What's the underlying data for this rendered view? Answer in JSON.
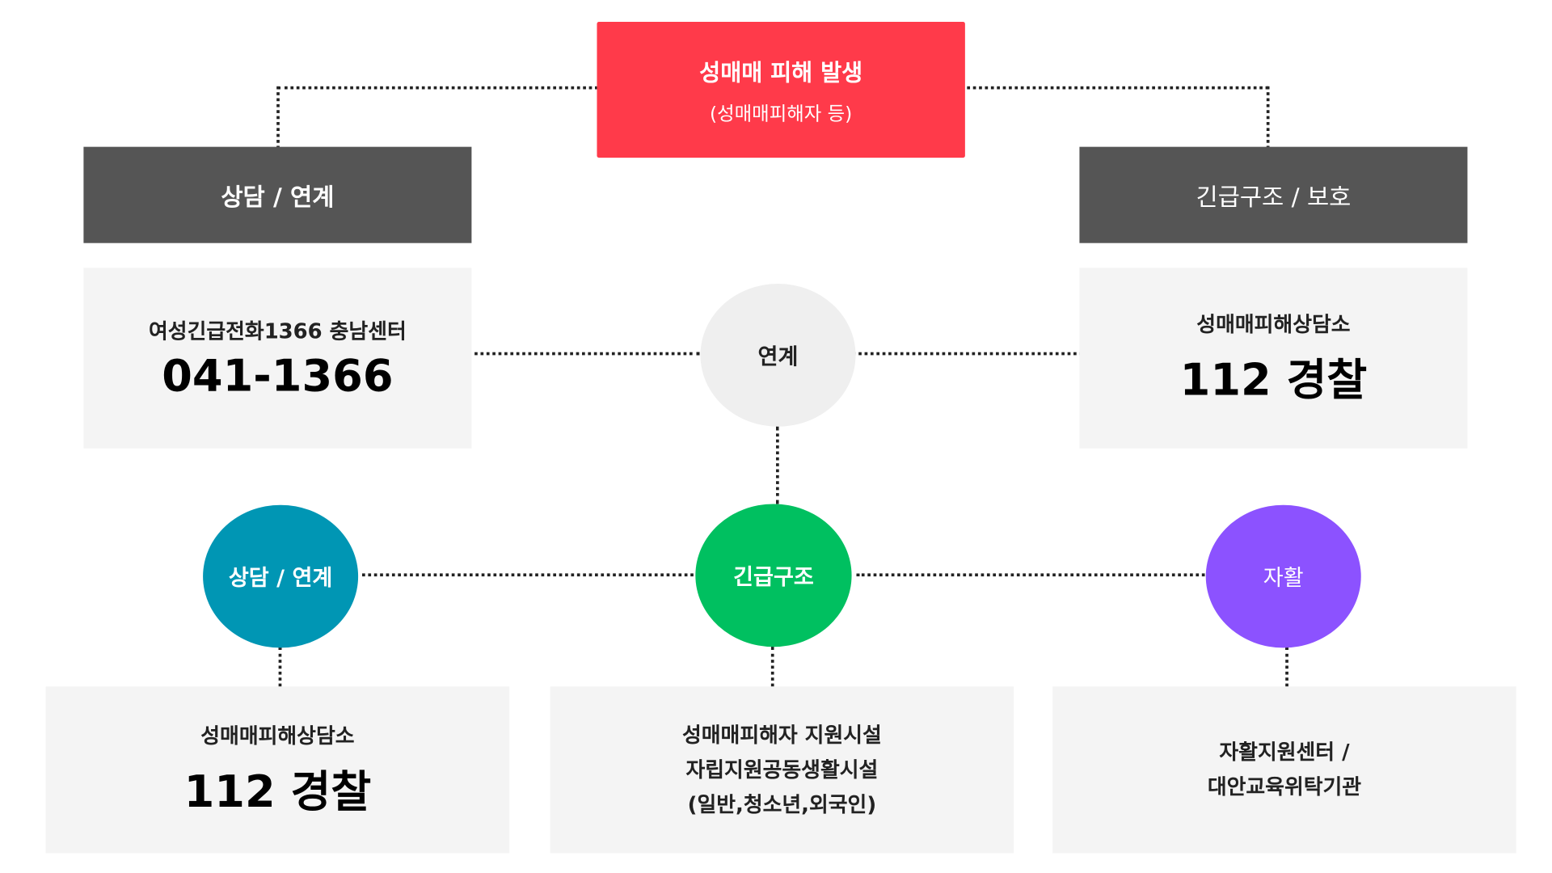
{
  "top": {
    "title": "성매매 피해 발생",
    "subtitle": "(성매매피해자 등)"
  },
  "left_header": "상담 / 연계",
  "right_header": "긴급구조 / 보호",
  "left_info": {
    "label": "여성긴급전화1366 충남센터",
    "number": "041-1366"
  },
  "right_info": {
    "label": "성매매피해상담소",
    "number": "112 경찰"
  },
  "link_circle": "연계",
  "circles": [
    {
      "label": "상담 / 연계",
      "color": "#0096b4"
    },
    {
      "label": "긴급구조",
      "color": "#00c060"
    },
    {
      "label": "자활",
      "color": "#8c52ff"
    }
  ],
  "bottom": [
    {
      "label": "성매매피해상담소",
      "number": "112 경찰"
    },
    {
      "lines": [
        "성매매피해자 지원시설",
        "자립지원공동생활시설",
        "(일반,청소년,외국인)"
      ]
    },
    {
      "lines": [
        "자활지원센터 /",
        "대안교육위탁기관"
      ]
    }
  ],
  "colors": {
    "red": "#ff3a4a",
    "dark": "#555555",
    "light": "#f4f4f4"
  }
}
